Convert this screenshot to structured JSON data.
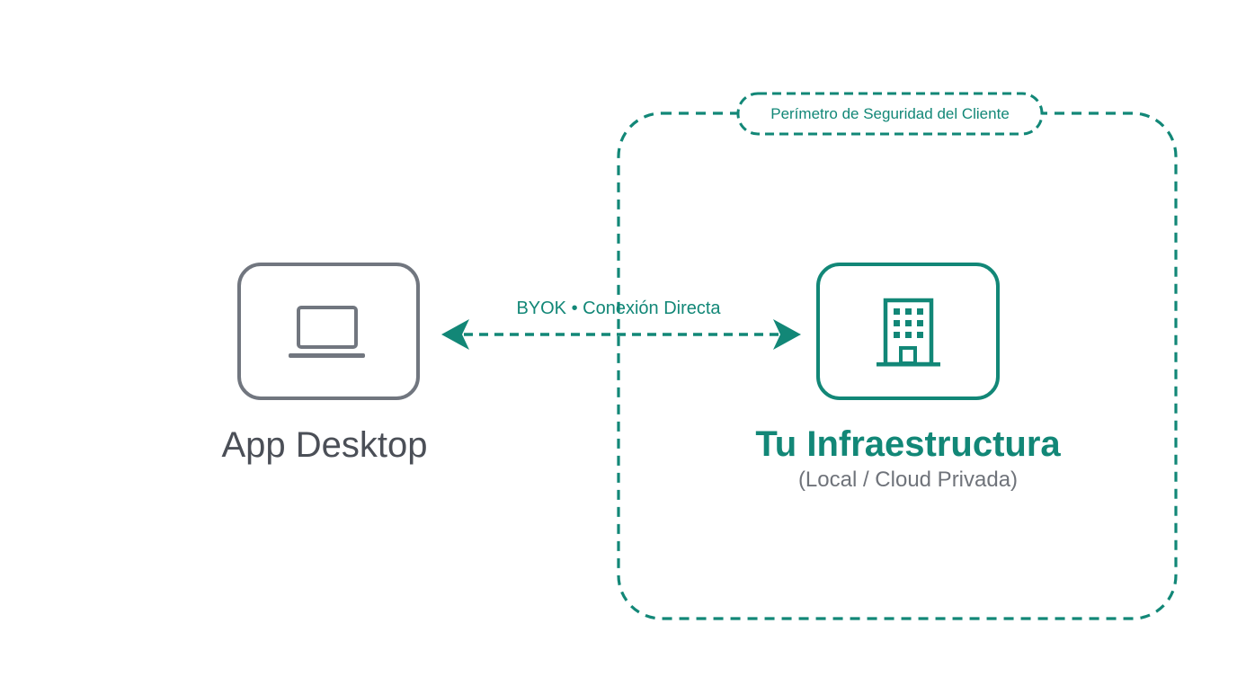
{
  "colors": {
    "teal": "#128777",
    "gray_node": "#71767f",
    "dark_text": "#4b4f57",
    "muted_text": "#6f737a",
    "background": "#ffffff"
  },
  "perimeter": {
    "label": "Perímetro de Seguridad del Cliente"
  },
  "connection": {
    "label": "BYOK • Conexión Directa",
    "style": "dashed",
    "direction": "bidirectional"
  },
  "nodes": {
    "desktop": {
      "label": "App Desktop",
      "icon": "laptop-icon"
    },
    "infrastructure": {
      "label": "Tu Infraestructura",
      "sublabel": "(Local / Cloud Privada)",
      "icon": "building-icon"
    }
  }
}
